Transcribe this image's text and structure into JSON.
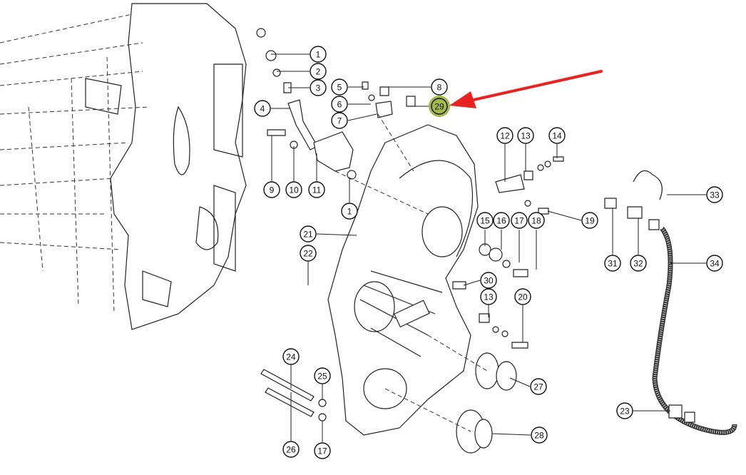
{
  "diagram": {
    "title": "Timing cover assembly exploded view",
    "highlight_color": "#a5b84a",
    "arrow_color": "#e8221e",
    "highlighted_callout": "29",
    "callouts": [
      "1",
      "2",
      "3",
      "4",
      "5",
      "6",
      "7",
      "8",
      "29",
      "9",
      "10",
      "11",
      "1",
      "12",
      "13",
      "14",
      "15",
      "16",
      "17",
      "18",
      "19",
      "21",
      "22",
      "30",
      "13",
      "20",
      "24",
      "25",
      "26",
      "17",
      "27",
      "28",
      "31",
      "32",
      "33",
      "34",
      "23"
    ]
  }
}
